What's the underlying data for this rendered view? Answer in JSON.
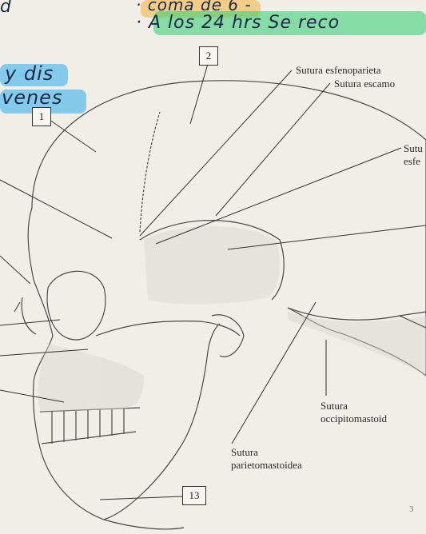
{
  "handwritten": {
    "top_left": "d",
    "line1": "· coma de 6 -",
    "line2": "· A los 24 hrs Se reco",
    "left_line1": "y dis",
    "left_line2": "venes"
  },
  "labels": {
    "sutura_esfenoparietal": "Sutura esfenoparieta",
    "sutura_escamosa": "Sutura escamo",
    "sutura_esfenoescamosa_1": "Sutu",
    "sutura_esfenoescamosa_2": "esfe",
    "sutura_occipitomastoidea_1": "Sutura",
    "sutura_occipitomastoidea_2": "occipitomastoid",
    "sutura_parietomastoidea_1": "Sutura",
    "sutura_parietomastoidea_2": "parietomastoidea"
  },
  "boxes": {
    "box_2": "2",
    "box_1": "1",
    "box_13": "13"
  },
  "page_number": "3",
  "colors": {
    "highlight_green": "#3fd17a",
    "highlight_orange": "#f3b33a",
    "highlight_blue": "#3cb3ef",
    "ink": "#1d2a4a",
    "paper": "#f1eee7"
  }
}
